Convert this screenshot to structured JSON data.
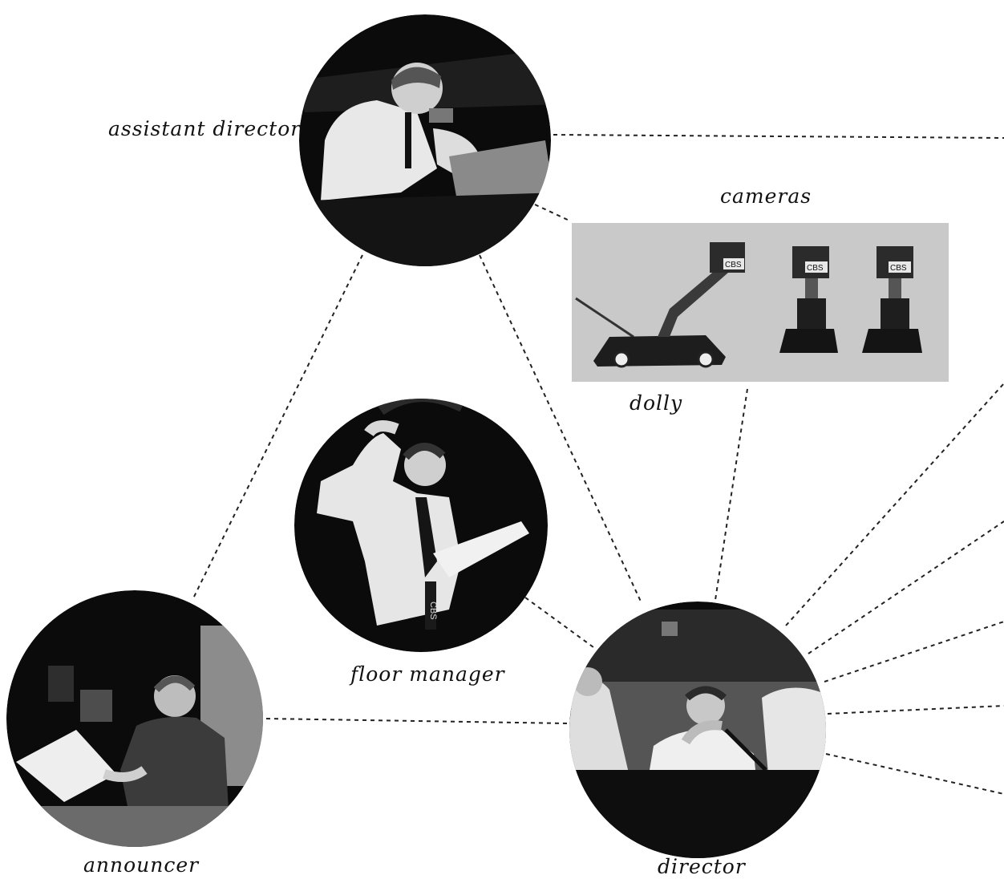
{
  "labels": {
    "assistant_director": "assistant director",
    "cameras": "cameras",
    "dolly": "dolly",
    "floor_manager": "floor manager",
    "announcer": "announcer",
    "director": "director"
  },
  "camera_brand": "CBS",
  "colors": {
    "ink": "#111111",
    "photo_dark": "#0b0b0b",
    "photo_mid": "#3a3a3a",
    "shirt": "#e8e8e8",
    "camera_panel": "#c9c9c9",
    "connector": "#222222"
  }
}
